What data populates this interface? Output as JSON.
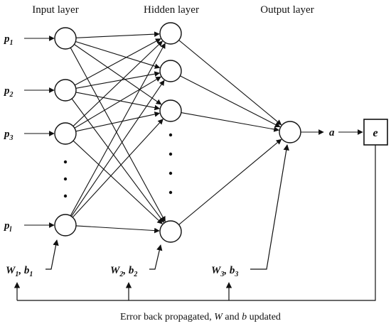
{
  "layers": {
    "input_title": "Input layer",
    "hidden_title": "Hidden layer",
    "output_title": "Output layer"
  },
  "inputs": [
    {
      "base": "p",
      "sub": "1"
    },
    {
      "base": "p",
      "sub": "2"
    },
    {
      "base": "p",
      "sub": "3"
    },
    {
      "base": "p",
      "sub": "l"
    }
  ],
  "params": [
    {
      "w": "W",
      "w_sub": "1",
      "sep": ", ",
      "b": "b",
      "b_sub": "1"
    },
    {
      "w": "W",
      "w_sub": "2",
      "sep": ", ",
      "b": "b",
      "b_sub": "2"
    },
    {
      "w": "W",
      "w_sub": "3",
      "sep": ", ",
      "b": "b",
      "b_sub": "3"
    }
  ],
  "output": {
    "label": "a"
  },
  "error": {
    "label": "e"
  },
  "caption": {
    "prefix": "Error back propagated, ",
    "w": "W",
    "middle": " and ",
    "b": "b",
    "suffix": " updated"
  }
}
